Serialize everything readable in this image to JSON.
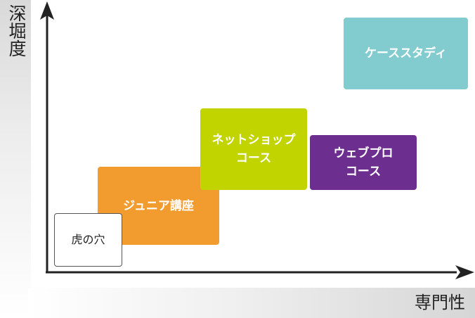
{
  "axes": {
    "y_label": "深堀度",
    "x_label": "専門性",
    "color": "#222222"
  },
  "boxes": {
    "beginner": {
      "label": "虎の穴",
      "color": "#ffffff"
    },
    "junior": {
      "label": "ジュニア講座",
      "color": "#f29b2f"
    },
    "netshop": {
      "label": "ネットショップ\nコース",
      "color": "#c1d400"
    },
    "webpro": {
      "label": "ウェブプロ\nコース",
      "color": "#6c2e8f"
    },
    "casestudy": {
      "label": "ケーススタディ",
      "color": "#82ccd0"
    }
  }
}
